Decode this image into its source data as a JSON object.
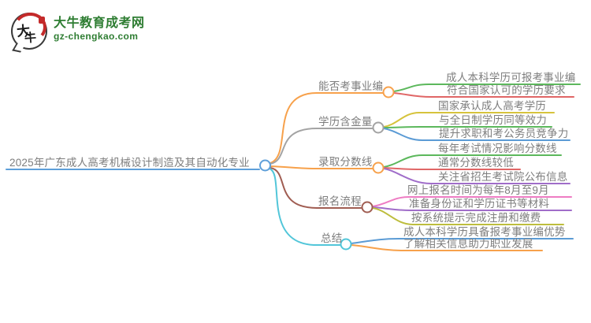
{
  "logo": {
    "icon_char_top": "大",
    "icon_char_bottom": "牛",
    "site_name": "大牛教育成考网",
    "site_domain": "gz-chengkao.com",
    "brand_green": "#2e7d32",
    "seal_red": "#c42a2a"
  },
  "colors": {
    "hub_blue": "#5e9fd9",
    "orange": "#f7a14b",
    "gray_line": "#a3a3a3",
    "brown": "#a05d52",
    "cyan": "#52c6d9",
    "green": "#5cb85c",
    "red": "#e06666",
    "yellow": "#d6c33c",
    "blue": "#5b9bd5",
    "purple": "#a06dc9",
    "pink": "#ee7cc3",
    "olive": "#bdbd3d",
    "text_gray": "#7e7e7e"
  },
  "mindmap": {
    "root": {
      "label": "2025年广东成人高考机械设计制造及其自动化专业"
    },
    "branches": [
      {
        "label": "能否考事业编",
        "children": [
          "成人本科学历可报考事业编",
          "符合国家认可的学历要求"
        ]
      },
      {
        "label": "学历含金量",
        "children": [
          "国家承认成人高考学历",
          "与全日制学历同等效力",
          "提升求职和考公务员竞争力"
        ]
      },
      {
        "label": "录取分数线",
        "children": [
          "每年考试情况影响分数线",
          "通常分数线较低",
          "关注省招生考试院公布信息"
        ]
      },
      {
        "label": "报名流程",
        "children": [
          "网上报名时间为每年8月至9月",
          "准备身份证和学历证书等材料",
          "按系统提示完成注册和缴费"
        ]
      },
      {
        "label": "总结",
        "children": [
          "成人本科学历具备报考事业编优势",
          "了解相关信息助力职业发展"
        ]
      }
    ]
  }
}
